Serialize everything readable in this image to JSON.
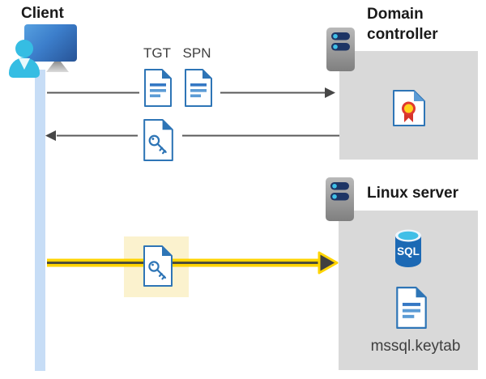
{
  "diagram": {
    "client": {
      "label": "Client"
    },
    "messages": {
      "tgt_label": "TGT",
      "spn_label": "SPN"
    },
    "domain_controller": {
      "title": "Domain controller"
    },
    "linux_server": {
      "title": "Linux server",
      "sql_label": "SQL",
      "keytab_label": "mssql.keytab"
    },
    "arrows": [
      {
        "from": "client",
        "to": "domain-controller",
        "direction": "right",
        "style": "gray",
        "carries": [
          "TGT document",
          "SPN document"
        ]
      },
      {
        "from": "domain-controller",
        "to": "client",
        "direction": "left",
        "style": "gray",
        "carries": [
          "key document"
        ]
      },
      {
        "from": "client",
        "to": "linux-server",
        "direction": "right",
        "style": "yellow-highlight",
        "carries": [
          "key document"
        ]
      }
    ],
    "colors": {
      "accent_blue": "#2e75b6",
      "doc_line_blue": "#5b9bd5",
      "lifeline_blue": "#c7ddf6",
      "box_gray": "#d9d9d9",
      "highlight_yellow": "#ffd400",
      "highlight_box_bg": "#fbf2ce",
      "arrow_gray": "#595959",
      "server_pill_navy": "#1e3565",
      "server_dot_cyan": "#3fc1e9",
      "sql_body_blue": "#1c69b4",
      "sql_top_cyan": "#41bfe7",
      "cert_red": "#d6342b",
      "cert_yellow": "#ffd21c",
      "person_cyan": "#35bde3",
      "title_text": "#1a1a1a",
      "body_text": "#404040"
    }
  }
}
